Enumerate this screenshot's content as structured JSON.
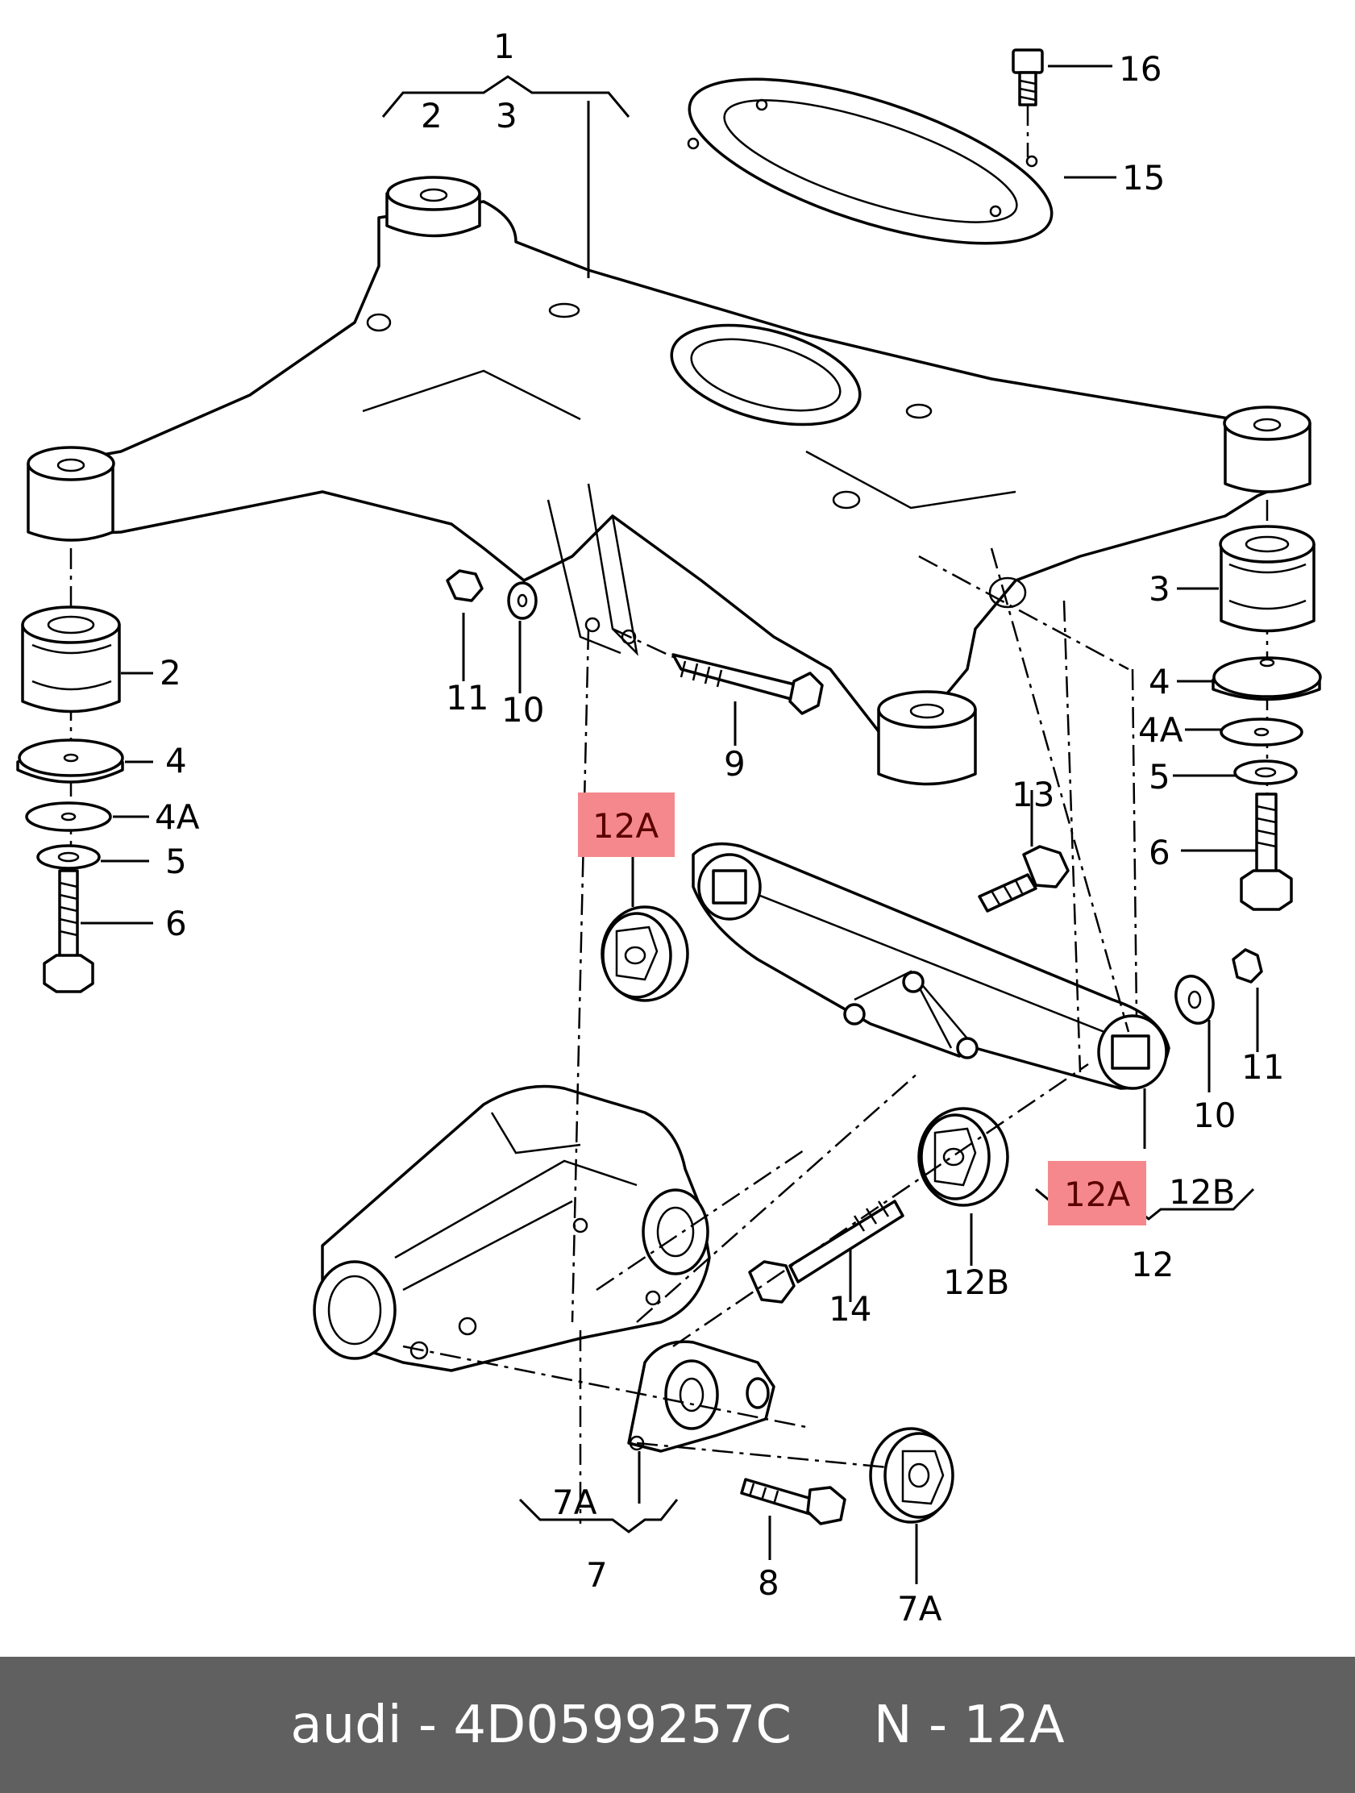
{
  "diagram": {
    "labels": {
      "l1": "1",
      "l2_top": "2",
      "l3_top": "3",
      "l16": "16",
      "l15": "15",
      "l2": "2",
      "l4": "4",
      "l4a": "4A",
      "l5": "5",
      "l6": "6",
      "l11_left": "11",
      "l10_left": "10",
      "l9": "9",
      "l3_right": "3",
      "l4_right": "4",
      "l4a_right": "4A",
      "l5_right": "5",
      "l6_right": "6",
      "l13": "13",
      "l12a_left": "12A",
      "l12a_right": "12A",
      "l12b_top": "12B",
      "l12": "12",
      "l11_right": "11",
      "l10_right": "10",
      "l14": "14",
      "l12b": "12B",
      "l7a_top": "7A",
      "l7": "7",
      "l8": "8",
      "l7a": "7A"
    },
    "highlight_color": "#f5888c"
  },
  "footer": {
    "brand": "audi",
    "sep": " - ",
    "part_number": "4D0599257C",
    "gap": "     ",
    "position_label": "N - 12A"
  }
}
